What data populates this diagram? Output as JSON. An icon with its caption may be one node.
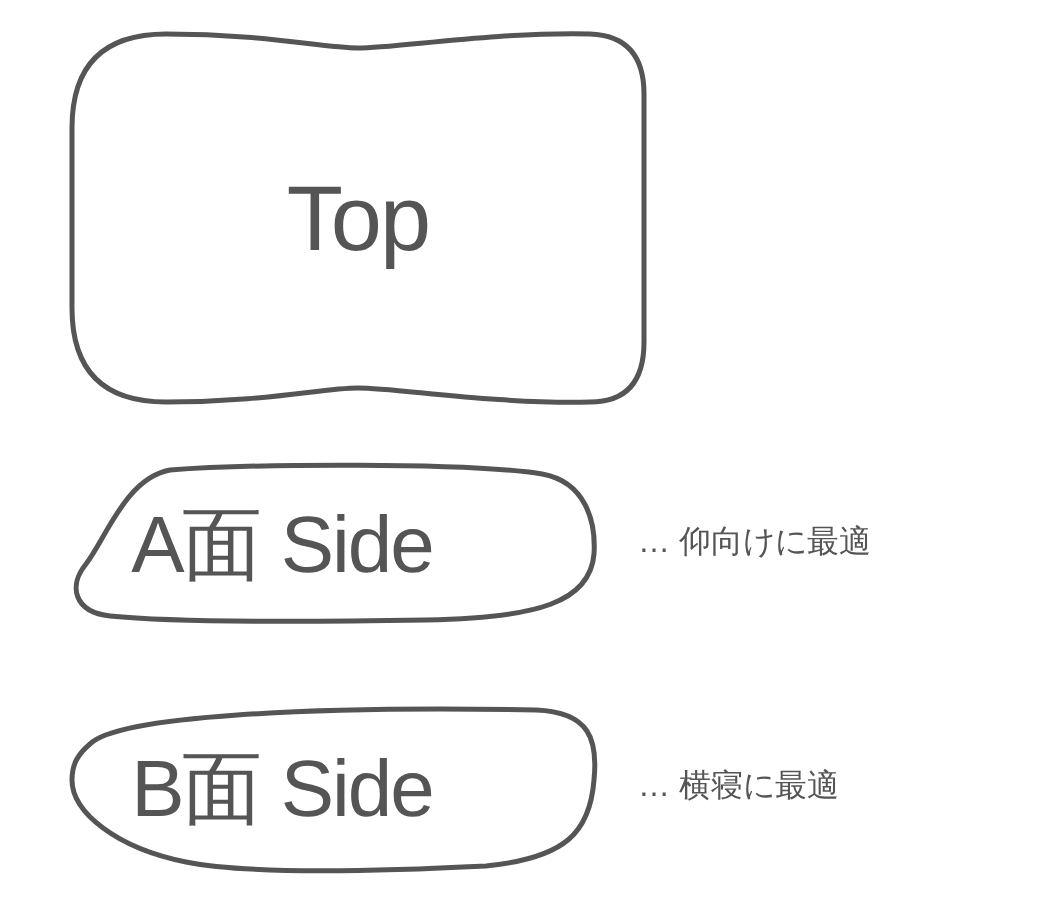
{
  "diagram": {
    "nodes": [
      {
        "text": [
          "Top"
        ]
      },
      {
        "text": [
          "A面 Side"
        ],
        "beside": [
          "… 仰向けに最適"
        ]
      },
      {
        "text": [
          "B面 Side"
        ],
        "beside": [
          "… 横寝に最適"
        ]
      }
    ]
  }
}
